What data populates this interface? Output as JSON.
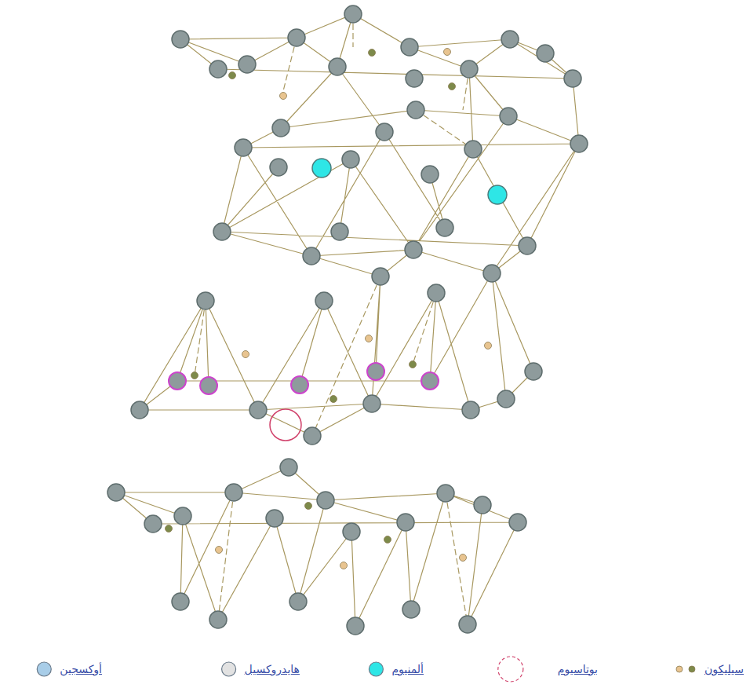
{
  "diagram": {
    "legend": [
      {
        "text": "سيليكون"
      },
      {
        "text": "بوتاسيوم"
      },
      {
        "text": "ألمنيوم",
        "color": "#2ee6e6"
      },
      {
        "text": "هايدروكسيل",
        "color": "#e2e2e2"
      },
      {
        "text": "أوكسجين",
        "color": "#a8cde8"
      }
    ]
  }
}
